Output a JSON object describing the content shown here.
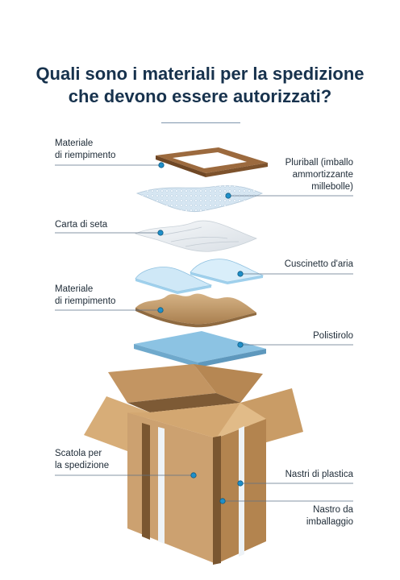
{
  "title": {
    "line1": "Quali sono i materiali per la spedizione",
    "line2": "che devono essere autorizzati?"
  },
  "labels": {
    "filler_top": {
      "line1": "Materiale",
      "line2": "di riempimento"
    },
    "bubble_wrap": {
      "line1": "Pluriball (imballo",
      "line2": "ammortizzante",
      "line3": "millebolle)"
    },
    "tissue_paper": {
      "line1": "Carta di seta"
    },
    "air_cushion": {
      "line1": "Cuscinetto d'aria"
    },
    "filler_loose": {
      "line1": "Materiale",
      "line2": "di riempimento"
    },
    "polystyrene": {
      "line1": "Polistirolo"
    },
    "box": {
      "line1": "Scatola per",
      "line2": "la spedizione"
    },
    "plastic_straps": {
      "line1": "Nastri di plastica"
    },
    "packing_tape": {
      "line1": "Nastro da",
      "line2": "imballaggio"
    }
  },
  "colors": {
    "title": "#17324d",
    "leader_line": "#5e7287",
    "marker": "#1f8fc9",
    "cardboard": "#c9a06d",
    "cardboard_dark": "#9c7547",
    "frame": "#8a5a34",
    "polystyrene": "#8cc3e3",
    "air_cushion": "#cfe8f7",
    "bubble_wrap": "#dbe9f3",
    "tissue": "#eef1f4",
    "filler": "#c7a173"
  }
}
